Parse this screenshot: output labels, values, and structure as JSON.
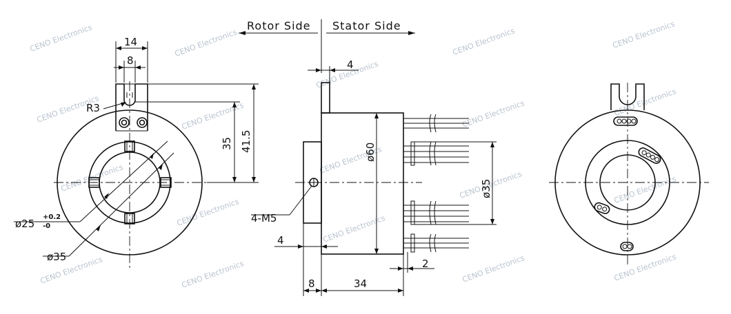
{
  "sides": {
    "rotor": "Rotor Side",
    "stator": "Stator Side"
  },
  "dims": {
    "d14": "14",
    "d8_top": "8",
    "r3": "R3",
    "d35v": "35",
    "d41_5": "41.5",
    "bore_main": "ø25",
    "bore_tol_plus": "+0.2",
    "bore_tol_minus": "-0",
    "d_o35": "ø35",
    "d4_top": "4",
    "d_o60": "ø60",
    "m5": "4-M5",
    "d4_bottom": "4",
    "d_o35_right": "ø35",
    "d2": "2",
    "d8_bottom": "8",
    "d34": "34"
  },
  "watermark": "CENO Electronics"
}
